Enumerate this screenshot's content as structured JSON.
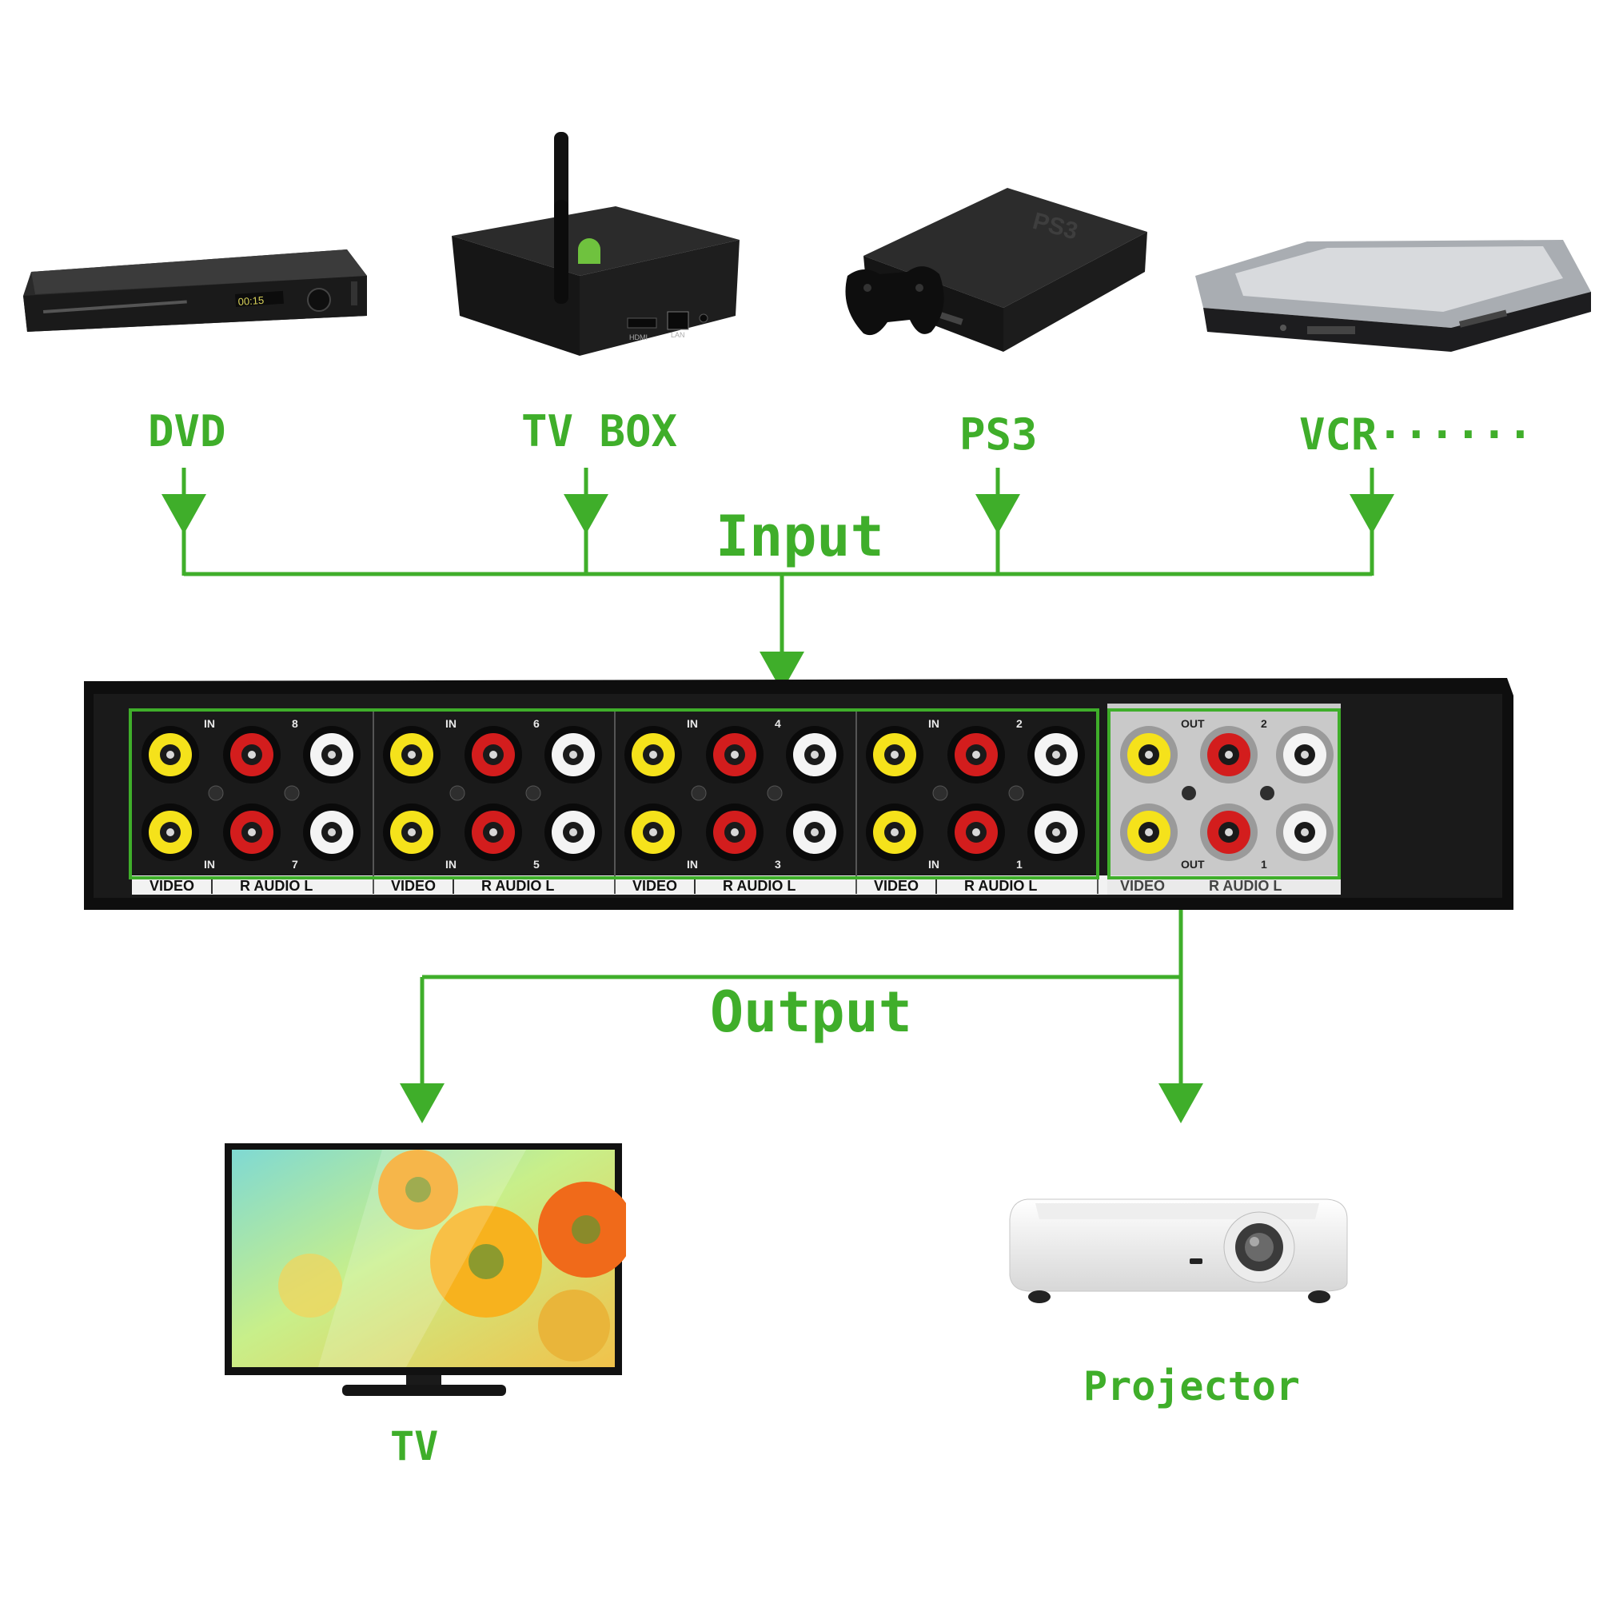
{
  "sources": [
    {
      "id": "dvd",
      "label": "DVD"
    },
    {
      "id": "tvbox",
      "label": "TV BOX"
    },
    {
      "id": "ps3",
      "label": "PS3"
    },
    {
      "id": "vcr",
      "label": "VCR······"
    }
  ],
  "input_label": "Input",
  "output_label": "Output",
  "outputs": [
    {
      "id": "tv",
      "label": "TV"
    },
    {
      "id": "projector",
      "label": "Projector"
    }
  ],
  "panel": {
    "in_text": "IN",
    "out_text": "OUT",
    "video_text": "VIDEO",
    "audio_text": "R  AUDIO  L",
    "input_groups": [
      {
        "top_channel": "8",
        "bottom_channel": "7"
      },
      {
        "top_channel": "6",
        "bottom_channel": "5"
      },
      {
        "top_channel": "4",
        "bottom_channel": "3"
      },
      {
        "top_channel": "2",
        "bottom_channel": "1"
      }
    ],
    "output_group": {
      "top_channel": "2",
      "bottom_channel": "1"
    }
  },
  "device_text": {
    "dvd_display": "00:15",
    "hdmi": "HDMI",
    "lan": "LAN",
    "ps3_logo": "PS3"
  },
  "colors": {
    "accent": "#3fae2a",
    "jack_video": "#f5e21b",
    "jack_audio_r": "#d31d1d",
    "jack_audio_l": "#f4f4f4",
    "panel_dark": "#151515",
    "panel_output": "#c9c9c9"
  }
}
